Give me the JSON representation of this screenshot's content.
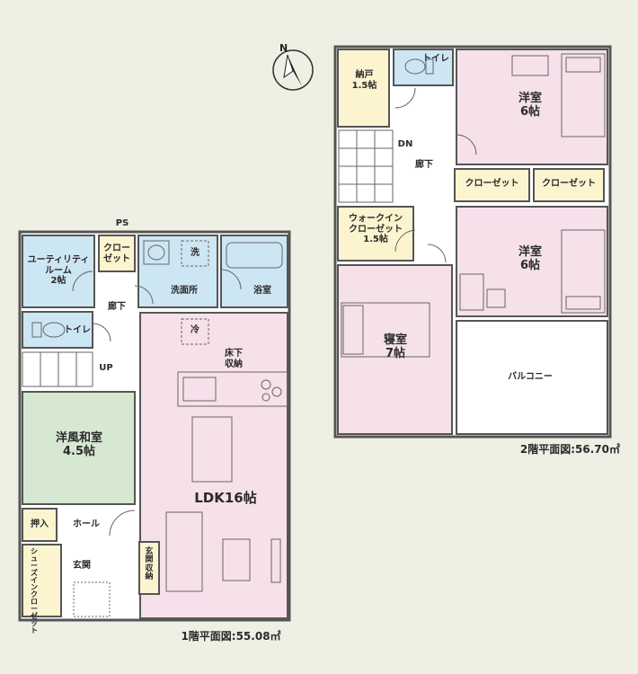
{
  "floor2": {
    "storage": "納戸\n1.5帖",
    "toilet": "トイレ",
    "bedroom_a": "洋室\n6帖",
    "dn": "DN",
    "hall": "廊下",
    "closet_a": "クローゼット",
    "closet_b": "クローゼット",
    "walkin": "ウォークイン\nクローゼット\n1.5帖",
    "bedroom_b": "洋室\n6帖",
    "master": "寝室\n7帖",
    "balcony": "バルコニー",
    "caption": "2階平面図:56.70㎡"
  },
  "floor1": {
    "ps": "PS",
    "utility": "ユーティリティ\nルーム\n2帖",
    "closet": "クロー\nゼット",
    "wash_mark": "洗",
    "washroom": "洗面所",
    "bath": "浴室",
    "hall_up": "廊下",
    "toilet": "トイレ",
    "up": "UP",
    "fridge_mark": "冷",
    "underfloor": "床下\n収納",
    "japanese": "洋風和室\n4.5帖",
    "ldk": "LDK16帖",
    "oshiire": "押入",
    "hall": "ホール",
    "shoes_closet": "シューズインクローゼット",
    "genkan": "玄関",
    "genkan_storage": "玄関\n収納",
    "caption": "1階平面図:55.08㎡"
  },
  "colors": {
    "pink": "#f6e0ea",
    "blue": "#cde6f3",
    "yellow": "#fbf4cf",
    "green": "#d7e8d2",
    "white": "#ffffff",
    "wall": "#555555"
  },
  "icons": [
    "compass-icon"
  ]
}
